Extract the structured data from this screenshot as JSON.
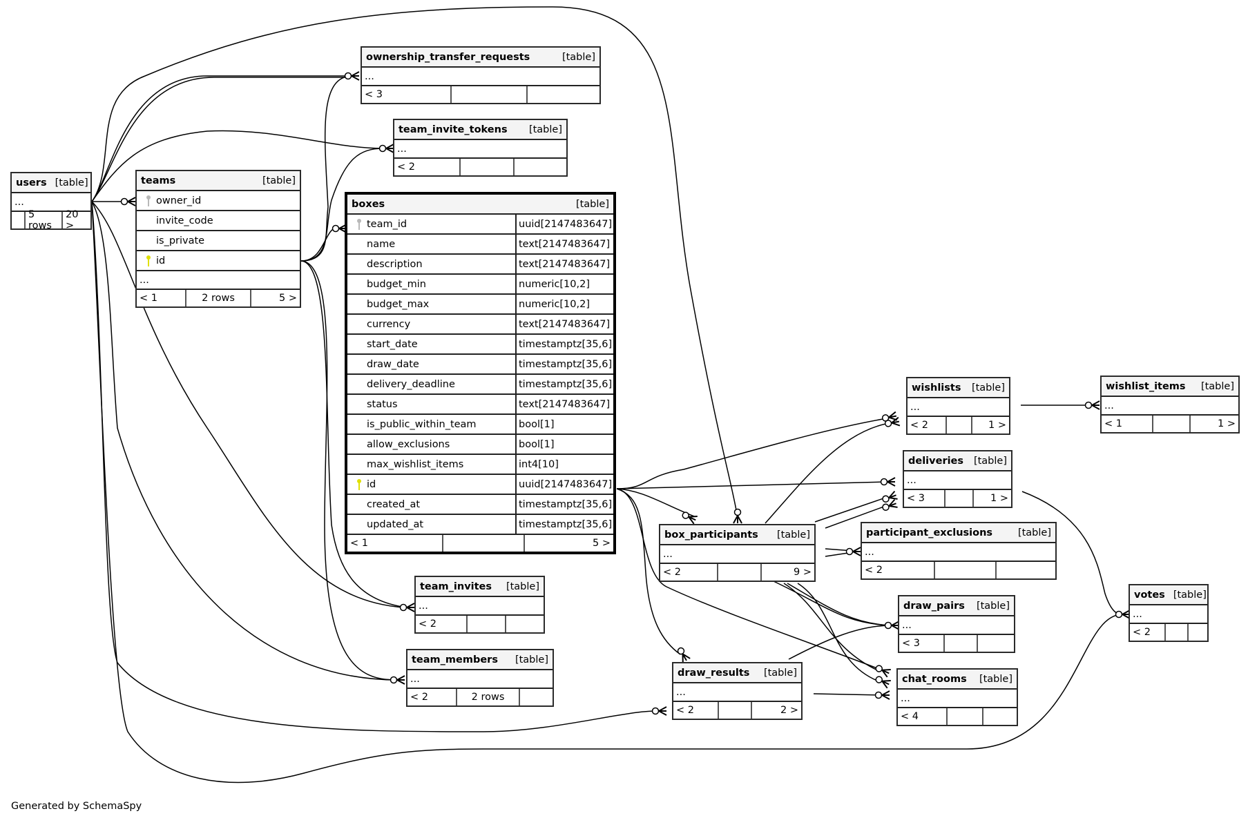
{
  "diagram": {
    "generator_text": "Generated by SchemaSpy",
    "type_label": "[table]",
    "ellipsis": "...",
    "key_colors": {
      "primary": "#e0e000",
      "foreign": "#b8b8b8"
    },
    "tables": {
      "users": {
        "name": "users",
        "footer": [
          "",
          "5 rows",
          "20 >"
        ]
      },
      "teams": {
        "name": "teams",
        "columns": [
          {
            "name": "owner_id",
            "key": "foreign"
          },
          {
            "name": "invite_code",
            "key": ""
          },
          {
            "name": "is_private",
            "key": ""
          },
          {
            "name": "id",
            "key": "primary"
          }
        ],
        "footer": [
          "< 1",
          "2 rows",
          "5 >"
        ]
      },
      "ownership_transfer_requests": {
        "name": "ownership_transfer_requests",
        "footer": [
          "< 3",
          "",
          ""
        ]
      },
      "team_invite_tokens": {
        "name": "team_invite_tokens",
        "footer": [
          "< 2",
          "",
          ""
        ]
      },
      "boxes": {
        "name": "boxes",
        "columns": [
          {
            "name": "team_id",
            "type": "uuid[2147483647]",
            "key": "foreign"
          },
          {
            "name": "name",
            "type": "text[2147483647]",
            "key": ""
          },
          {
            "name": "description",
            "type": "text[2147483647]",
            "key": ""
          },
          {
            "name": "budget_min",
            "type": "numeric[10,2]",
            "key": ""
          },
          {
            "name": "budget_max",
            "type": "numeric[10,2]",
            "key": ""
          },
          {
            "name": "currency",
            "type": "text[2147483647]",
            "key": ""
          },
          {
            "name": "start_date",
            "type": "timestamptz[35,6]",
            "key": ""
          },
          {
            "name": "draw_date",
            "type": "timestamptz[35,6]",
            "key": ""
          },
          {
            "name": "delivery_deadline",
            "type": "timestamptz[35,6]",
            "key": ""
          },
          {
            "name": "status",
            "type": "text[2147483647]",
            "key": ""
          },
          {
            "name": "is_public_within_team",
            "type": "bool[1]",
            "key": ""
          },
          {
            "name": "allow_exclusions",
            "type": "bool[1]",
            "key": ""
          },
          {
            "name": "max_wishlist_items",
            "type": "int4[10]",
            "key": ""
          },
          {
            "name": "id",
            "type": "uuid[2147483647]",
            "key": "primary"
          },
          {
            "name": "created_at",
            "type": "timestamptz[35,6]",
            "key": ""
          },
          {
            "name": "updated_at",
            "type": "timestamptz[35,6]",
            "key": ""
          }
        ],
        "footer": [
          "< 1",
          "",
          "5 >"
        ]
      },
      "team_invites": {
        "name": "team_invites",
        "footer": [
          "< 2",
          "",
          ""
        ]
      },
      "team_members": {
        "name": "team_members",
        "footer": [
          "< 2",
          "2 rows",
          ""
        ]
      },
      "box_participants": {
        "name": "box_participants",
        "footer": [
          "< 2",
          "",
          "9 >"
        ]
      },
      "participant_exclusions": {
        "name": "participant_exclusions",
        "footer": [
          "< 2",
          "",
          ""
        ]
      },
      "wishlists": {
        "name": "wishlists",
        "footer": [
          "< 2",
          "",
          "1 >"
        ]
      },
      "wishlist_items": {
        "name": "wishlist_items",
        "footer": [
          "< 1",
          "",
          "1 >"
        ]
      },
      "deliveries": {
        "name": "deliveries",
        "footer": [
          "< 3",
          "",
          "1 >"
        ]
      },
      "draw_results": {
        "name": "draw_results",
        "footer": [
          "< 2",
          "",
          "2 >"
        ]
      },
      "draw_pairs": {
        "name": "draw_pairs",
        "footer": [
          "< 3",
          "",
          ""
        ]
      },
      "chat_rooms": {
        "name": "chat_rooms",
        "footer": [
          "< 4",
          "",
          ""
        ]
      },
      "votes": {
        "name": "votes",
        "footer": [
          "< 2",
          "",
          ""
        ]
      }
    },
    "relationships": [
      {
        "from": "users",
        "to": "teams",
        "via": "owner_id"
      },
      {
        "from": "users",
        "to": "ownership_transfer_requests"
      },
      {
        "from": "users",
        "to": "ownership_transfer_requests"
      },
      {
        "from": "users",
        "to": "team_invite_tokens"
      },
      {
        "from": "users",
        "to": "team_invites"
      },
      {
        "from": "users",
        "to": "team_members"
      },
      {
        "from": "users",
        "to": "draw_results"
      },
      {
        "from": "users",
        "to": "box_participants"
      },
      {
        "from": "users",
        "to": "votes"
      },
      {
        "from": "teams",
        "to": "boxes",
        "via": "team_id"
      },
      {
        "from": "teams",
        "to": "ownership_transfer_requests"
      },
      {
        "from": "teams",
        "to": "team_invite_tokens"
      },
      {
        "from": "teams",
        "to": "team_invites"
      },
      {
        "from": "teams",
        "to": "team_members"
      },
      {
        "from": "boxes",
        "to": "wishlists"
      },
      {
        "from": "boxes",
        "to": "deliveries"
      },
      {
        "from": "boxes",
        "to": "box_participants"
      },
      {
        "from": "boxes",
        "to": "draw_results"
      },
      {
        "from": "boxes",
        "to": "chat_rooms"
      },
      {
        "from": "box_participants",
        "to": "wishlists"
      },
      {
        "from": "box_participants",
        "to": "deliveries"
      },
      {
        "from": "box_participants",
        "to": "deliveries"
      },
      {
        "from": "box_participants",
        "to": "participant_exclusions"
      },
      {
        "from": "box_participants",
        "to": "participant_exclusions"
      },
      {
        "from": "box_participants",
        "to": "draw_pairs"
      },
      {
        "from": "box_participants",
        "to": "draw_pairs"
      },
      {
        "from": "box_participants",
        "to": "chat_rooms"
      },
      {
        "from": "box_participants",
        "to": "chat_rooms"
      },
      {
        "from": "draw_results",
        "to": "draw_pairs"
      },
      {
        "from": "draw_results",
        "to": "chat_rooms"
      },
      {
        "from": "wishlists",
        "to": "wishlist_items"
      },
      {
        "from": "deliveries",
        "to": "votes"
      }
    ]
  }
}
